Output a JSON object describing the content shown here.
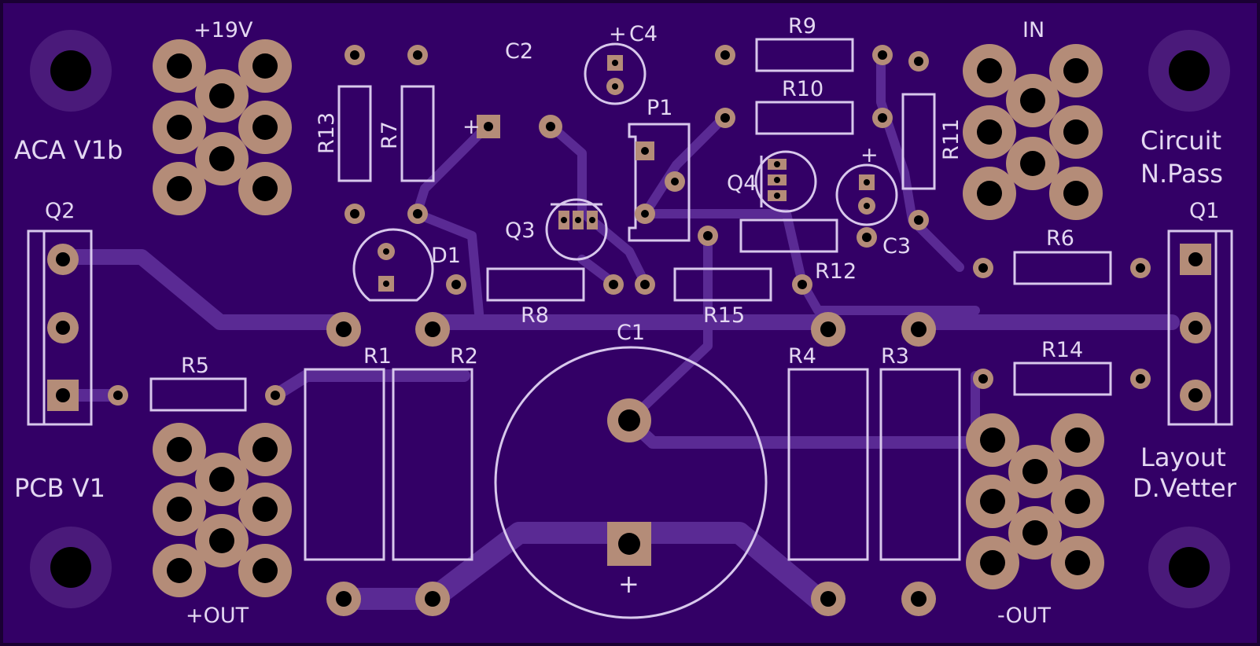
{
  "board": {
    "colors": {
      "substrate": "#330066",
      "edge": "#1a0033",
      "trace": "#5a2a94",
      "silkscreen": "#d8c8ec",
      "copper_pad": "#b48c78",
      "drill": "#000000"
    },
    "texts": {
      "title": "ACA V1b",
      "pcb": "PCB  V1",
      "circuit": "Circuit",
      "circuit_by": "N.Pass",
      "layout": "Layout",
      "layout_by": "D.Vetter",
      "plus19v": "+19V",
      "in": "IN",
      "plus_out": "+OUT",
      "minus_out": "-OUT"
    },
    "designators": {
      "C1": "C1",
      "C2": "C2",
      "C3": "C3",
      "C4": "C4",
      "D1": "D1",
      "P1": "P1",
      "Q1": "Q1",
      "Q2": "Q2",
      "Q3": "Q3",
      "Q4": "Q4",
      "R1": "R1",
      "R2": "R2",
      "R3": "R3",
      "R4": "R4",
      "R5": "R5",
      "R6": "R6",
      "R7": "R7",
      "R8": "R8",
      "R9": "R9",
      "R10": "R10",
      "R11": "R11",
      "R12": "R12",
      "R13": "R13",
      "R14": "R14",
      "R15": "R15"
    },
    "polarity": {
      "plus": "+"
    }
  }
}
